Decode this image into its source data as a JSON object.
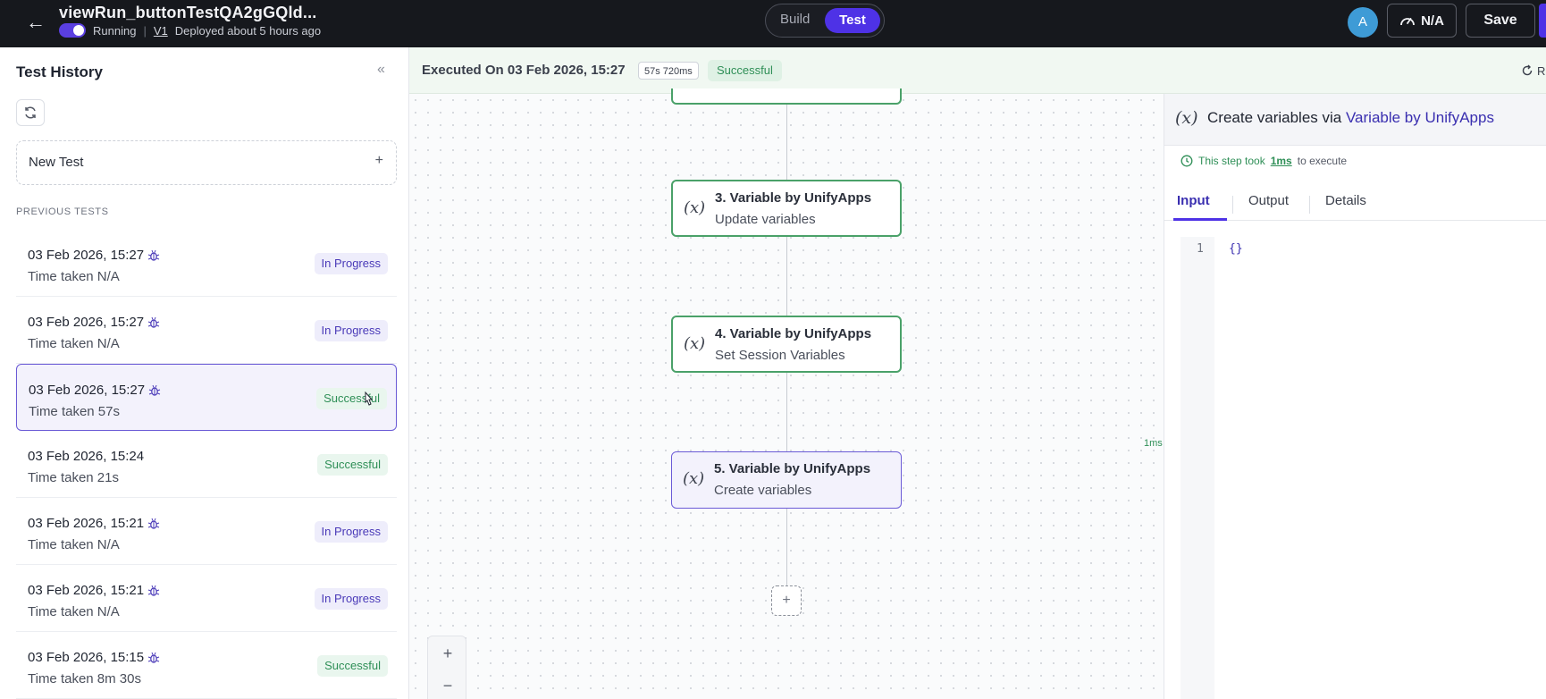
{
  "topbar": {
    "title": "viewRun_buttonTestQA2gGQld...",
    "status": "Running",
    "version": "V1",
    "deployed": "Deployed about 5 hours ago",
    "mode_build": "Build",
    "mode_test": "Test",
    "avatar_initial": "A",
    "perf_label": "N/A",
    "save_label": "Save"
  },
  "sidebar": {
    "title": "Test History",
    "new_test_label": "New Test",
    "section_label": "PREVIOUS TESTS",
    "tests": [
      {
        "date": "03 Feb 2026, 15:27",
        "time_taken": "Time taken N/A",
        "status": "In Progress"
      },
      {
        "date": "03 Feb 2026, 15:27",
        "time_taken": "Time taken N/A",
        "status": "In Progress"
      },
      {
        "date": "03 Feb 2026, 15:27",
        "time_taken": "Time taken 57s",
        "status": "Successful"
      },
      {
        "date": "03 Feb 2026, 15:24",
        "time_taken": "Time taken 21s",
        "status": "Successful"
      },
      {
        "date": "03 Feb 2026, 15:21",
        "time_taken": "Time taken N/A",
        "status": "In Progress"
      },
      {
        "date": "03 Feb 2026, 15:21",
        "time_taken": "Time taken N/A",
        "status": "In Progress"
      },
      {
        "date": "03 Feb 2026, 15:15",
        "time_taken": "Time taken 8m 30s",
        "status": "Successful"
      }
    ]
  },
  "execution": {
    "label": "Executed On 03 Feb 2026, 15:27",
    "duration": "57s 720ms",
    "status": "Successful",
    "rerun_label": "R"
  },
  "canvas": {
    "nodes": [
      {
        "title": "3. Variable by UnifyApps",
        "subtitle": "Update variables"
      },
      {
        "title": "4. Variable by UnifyApps",
        "subtitle": "Set Session Variables"
      },
      {
        "title": "5. Variable by UnifyApps",
        "subtitle": "Create variables",
        "time": "1ms"
      }
    ],
    "node_icon": "(x)",
    "add_label": "+",
    "zoom_in": "+",
    "zoom_out": "−"
  },
  "panel": {
    "icon": "(x)",
    "title_prefix": "Create variables via ",
    "title_link": "Variable by UnifyApps",
    "note_prefix": "This step took ",
    "note_value": "1ms",
    "note_suffix": " to execute",
    "tabs": [
      "Input",
      "Output",
      "Details"
    ],
    "line_number": "1",
    "code": "{}"
  },
  "colors": {
    "accent": "#4e32e6",
    "success": "#2f8f57",
    "topbar_bg": "#16181d"
  }
}
